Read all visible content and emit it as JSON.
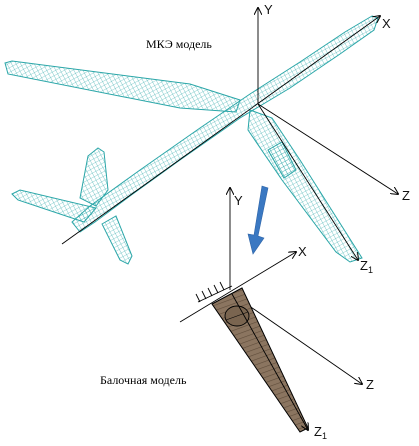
{
  "fem_model": {
    "caption": "МКЭ модель",
    "axis_y": "Y",
    "axis_x": "X",
    "axis_z": "Z",
    "axis_z1": "Z",
    "axis_z1_sub": "1",
    "mesh_color": "#2aa6a8"
  },
  "beam_model": {
    "caption": "Балочная модель",
    "axis_y": "Y",
    "axis_x": "X",
    "axis_z": "Z",
    "axis_z1": "Z",
    "axis_z1_sub": "1",
    "beam_color": "#8b7560"
  },
  "transition_arrow": {
    "color": "#3a78c2"
  }
}
